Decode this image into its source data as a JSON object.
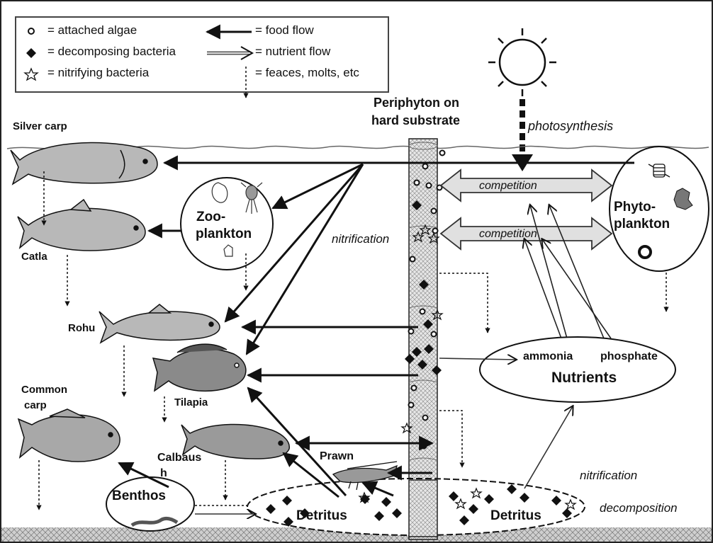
{
  "legend": {
    "attached_algae": "= attached algae",
    "decomposing_bacteria": "= decomposing bacteria",
    "nitrifying_bacteria": "= nitrifying bacteria",
    "food_flow": "= food flow",
    "nutrient_flow": "= nutrient flow",
    "feaces": "= feaces, molts, etc"
  },
  "labels": {
    "periphyton": "Periphyton on",
    "periphyton2": "hard substrate",
    "photosynthesis": "photosynthesis",
    "silver_carp": "Silver carp",
    "catla": "Catla",
    "rohu": "Rohu",
    "common_carp": "Common",
    "common_carp2": "carp",
    "tilapia": "Tilapia",
    "calbaus": "Calbaus",
    "calbaus2": "h",
    "zoo": "Zoo-",
    "zoo2": "plankton",
    "phyto": "Phyto-",
    "phyto2": "plankton",
    "nitrification_mid": "nitrification",
    "competition1": "competition",
    "competition2": "competition",
    "ammonia": "ammonia",
    "phosphate": "phosphate",
    "nutrients": "Nutrients",
    "prawn": "Prawn",
    "benthos": "Benthos",
    "detritus_left": "Detritus",
    "detritus_right": "Detritus",
    "nitrification_bottom": "nitrification",
    "decomposition": "decomposition"
  },
  "colors": {
    "ink": "#111111",
    "fish_fill": "#b8b8b8",
    "arrow_fill": "#dcdcdc",
    "pole_fill": "#d9d9d9"
  }
}
